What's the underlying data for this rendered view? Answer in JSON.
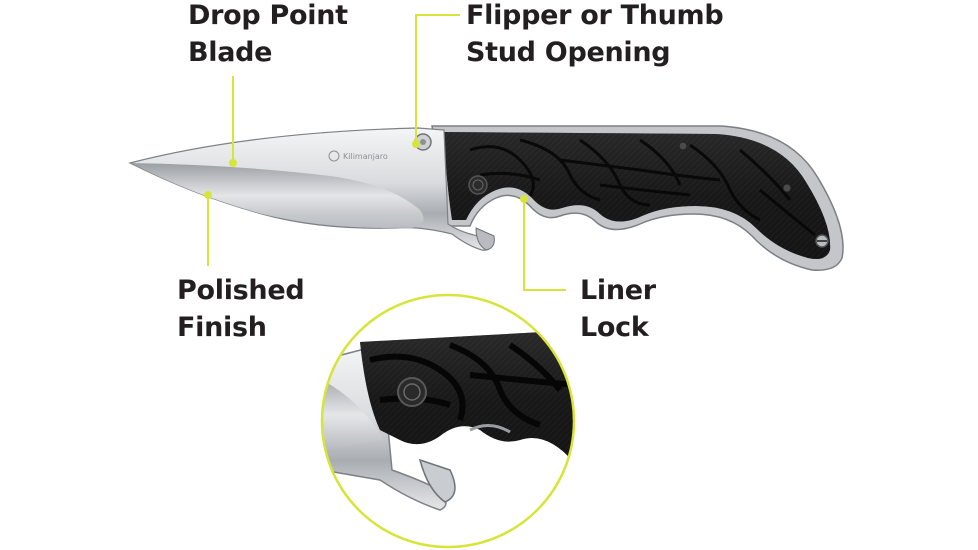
{
  "callouts": {
    "drop_point_blade": {
      "line1": "Drop Point",
      "line2": "Blade"
    },
    "flipper": {
      "line1": "Flipper or Thumb",
      "line2": "Stud Opening"
    },
    "polished_finish": {
      "line1": "Polished",
      "line2": "Finish"
    },
    "liner_lock": {
      "line1": "Liner",
      "line2": "Lock"
    }
  },
  "blade_brand": "Kilimanjaro",
  "colors": {
    "accent": "#d7e43a",
    "text": "#231f20",
    "handle": "#1b1b1b",
    "blade": "#c9ccd0"
  }
}
